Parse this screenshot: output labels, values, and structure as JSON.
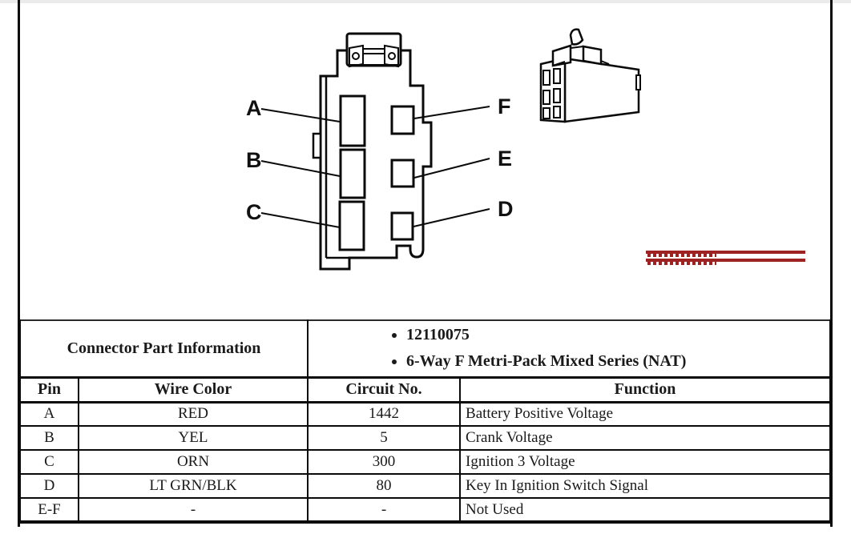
{
  "page": {
    "background": "#ffffff",
    "top_edge_color": "#ebebeb",
    "border_color": "#0a0a0a"
  },
  "diagram": {
    "left_pin_labels": [
      "A",
      "B",
      "C"
    ],
    "right_pin_labels": [
      "F",
      "E",
      "D"
    ],
    "watermark_color": "#9e2222"
  },
  "info_table": {
    "header_label": "Connector Part Information",
    "part_bullets": [
      "12110075",
      "6-Way F Metri-Pack Mixed Series (NAT)"
    ],
    "columns": [
      "Pin",
      "Wire Color",
      "Circuit No.",
      "Function"
    ],
    "rows": [
      {
        "pin": "A",
        "wire_color": "RED",
        "circuit_no": "1442",
        "function": "Battery Positive Voltage"
      },
      {
        "pin": "B",
        "wire_color": "YEL",
        "circuit_no": "5",
        "function": "Crank Voltage"
      },
      {
        "pin": "C",
        "wire_color": "ORN",
        "circuit_no": "300",
        "function": "Ignition 3 Voltage"
      },
      {
        "pin": "D",
        "wire_color": "LT GRN/BLK",
        "circuit_no": "80",
        "function": "Key In Ignition Switch Signal"
      },
      {
        "pin": "E-F",
        "wire_color": "-",
        "circuit_no": "-",
        "function": "Not Used"
      }
    ]
  }
}
